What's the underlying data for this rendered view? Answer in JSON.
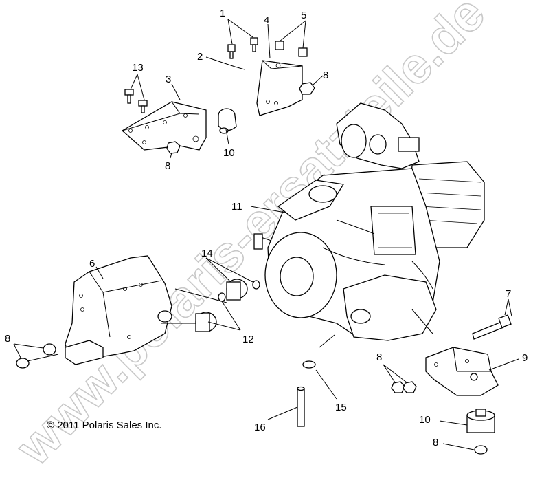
{
  "watermark": "www.polaris-ersatzteile.de",
  "copyright": "© 2011 Polaris Sales Inc.",
  "callouts": [
    "1",
    "2",
    "3",
    "4",
    "5",
    "6",
    "7",
    "8",
    "9",
    "10",
    "11",
    "12",
    "13",
    "14",
    "15",
    "16"
  ]
}
